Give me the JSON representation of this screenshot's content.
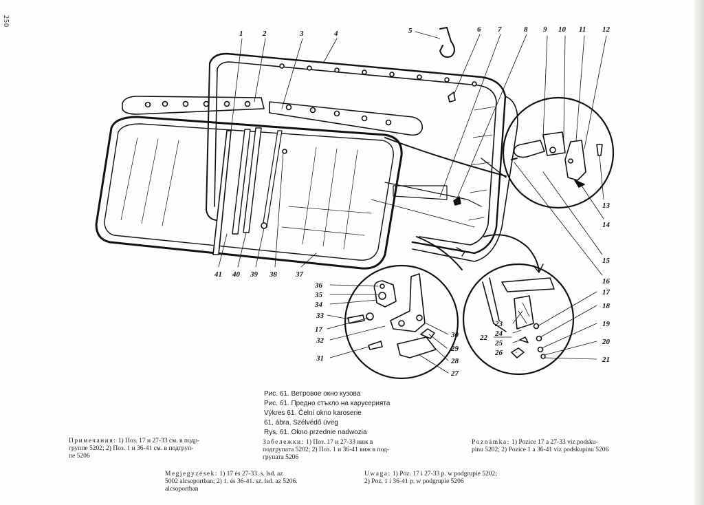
{
  "page_number": "250",
  "callouts": [
    "1",
    "2",
    "3",
    "4",
    "5",
    "6",
    "7",
    "8",
    "9",
    "10",
    "11",
    "12",
    "13",
    "14",
    "15",
    "16",
    "17",
    "18",
    "19",
    "20",
    "21",
    "22",
    "23",
    "24",
    "25",
    "26",
    "27",
    "28",
    "29",
    "30",
    "31",
    "32",
    "33",
    "34",
    "35",
    "36",
    "37",
    "38",
    "39",
    "40",
    "41"
  ],
  "detail_callouts": {
    "left": [
      "36",
      "35",
      "34",
      "33",
      "17",
      "32",
      "31",
      "30",
      "29",
      "28",
      "27"
    ],
    "right": [
      "17",
      "18",
      "19",
      "20",
      "21",
      "22",
      "23",
      "24",
      "25",
      "26"
    ]
  },
  "captions": [
    "Рис. 61. Ветровое окно кузова",
    "Рис. 61. Предно стъкло на карусерията",
    "Výkres 61. Čelní okno karoserie",
    "61. ábra. Szélvédő üveg",
    "Rys. 61. Okno przednie nadwozia"
  ],
  "notes": {
    "ru_heading": "Примечания:",
    "ru_line1": "1) Поз. 17 и 27-33 см. в подр-",
    "ru_line2": "группе 5202; 2) Поз. 1 и 36-41 см. в подгруп-",
    "ru_line3": "пе 5206",
    "bg_heading": "Забележки:",
    "bg_line1": "1) Поз. 17 и 27-33 виж в",
    "bg_line2": "подгрупата 5202; 2) Поз. 1 и 36-41 виж в под-",
    "bg_line3": "групата 5206",
    "cz_heading": "Poznámka:",
    "cz_line1": "1) Pozice 17 a 27-33 viz podsku-",
    "cz_line2": "pinu 5202; 2) Pozice 1 a 36-41 viz podskupinu 5206",
    "hu_heading": "Megjegyzések:",
    "hu_line1": "1) 17 és 27-33. s. lsd. az",
    "hu_line2": "5002 alcsoportban; 2) 1. és 36-41. sz. lsd. az 5206.",
    "hu_line3": "alcsoportban",
    "pl_heading": "Uwaga:",
    "pl_line1": "1) Poz. 17 i 27-33 p. w podgrupie 5202;",
    "pl_line2": "2) Poz. 1 i 36-41 p. w podgrupie 5206"
  }
}
